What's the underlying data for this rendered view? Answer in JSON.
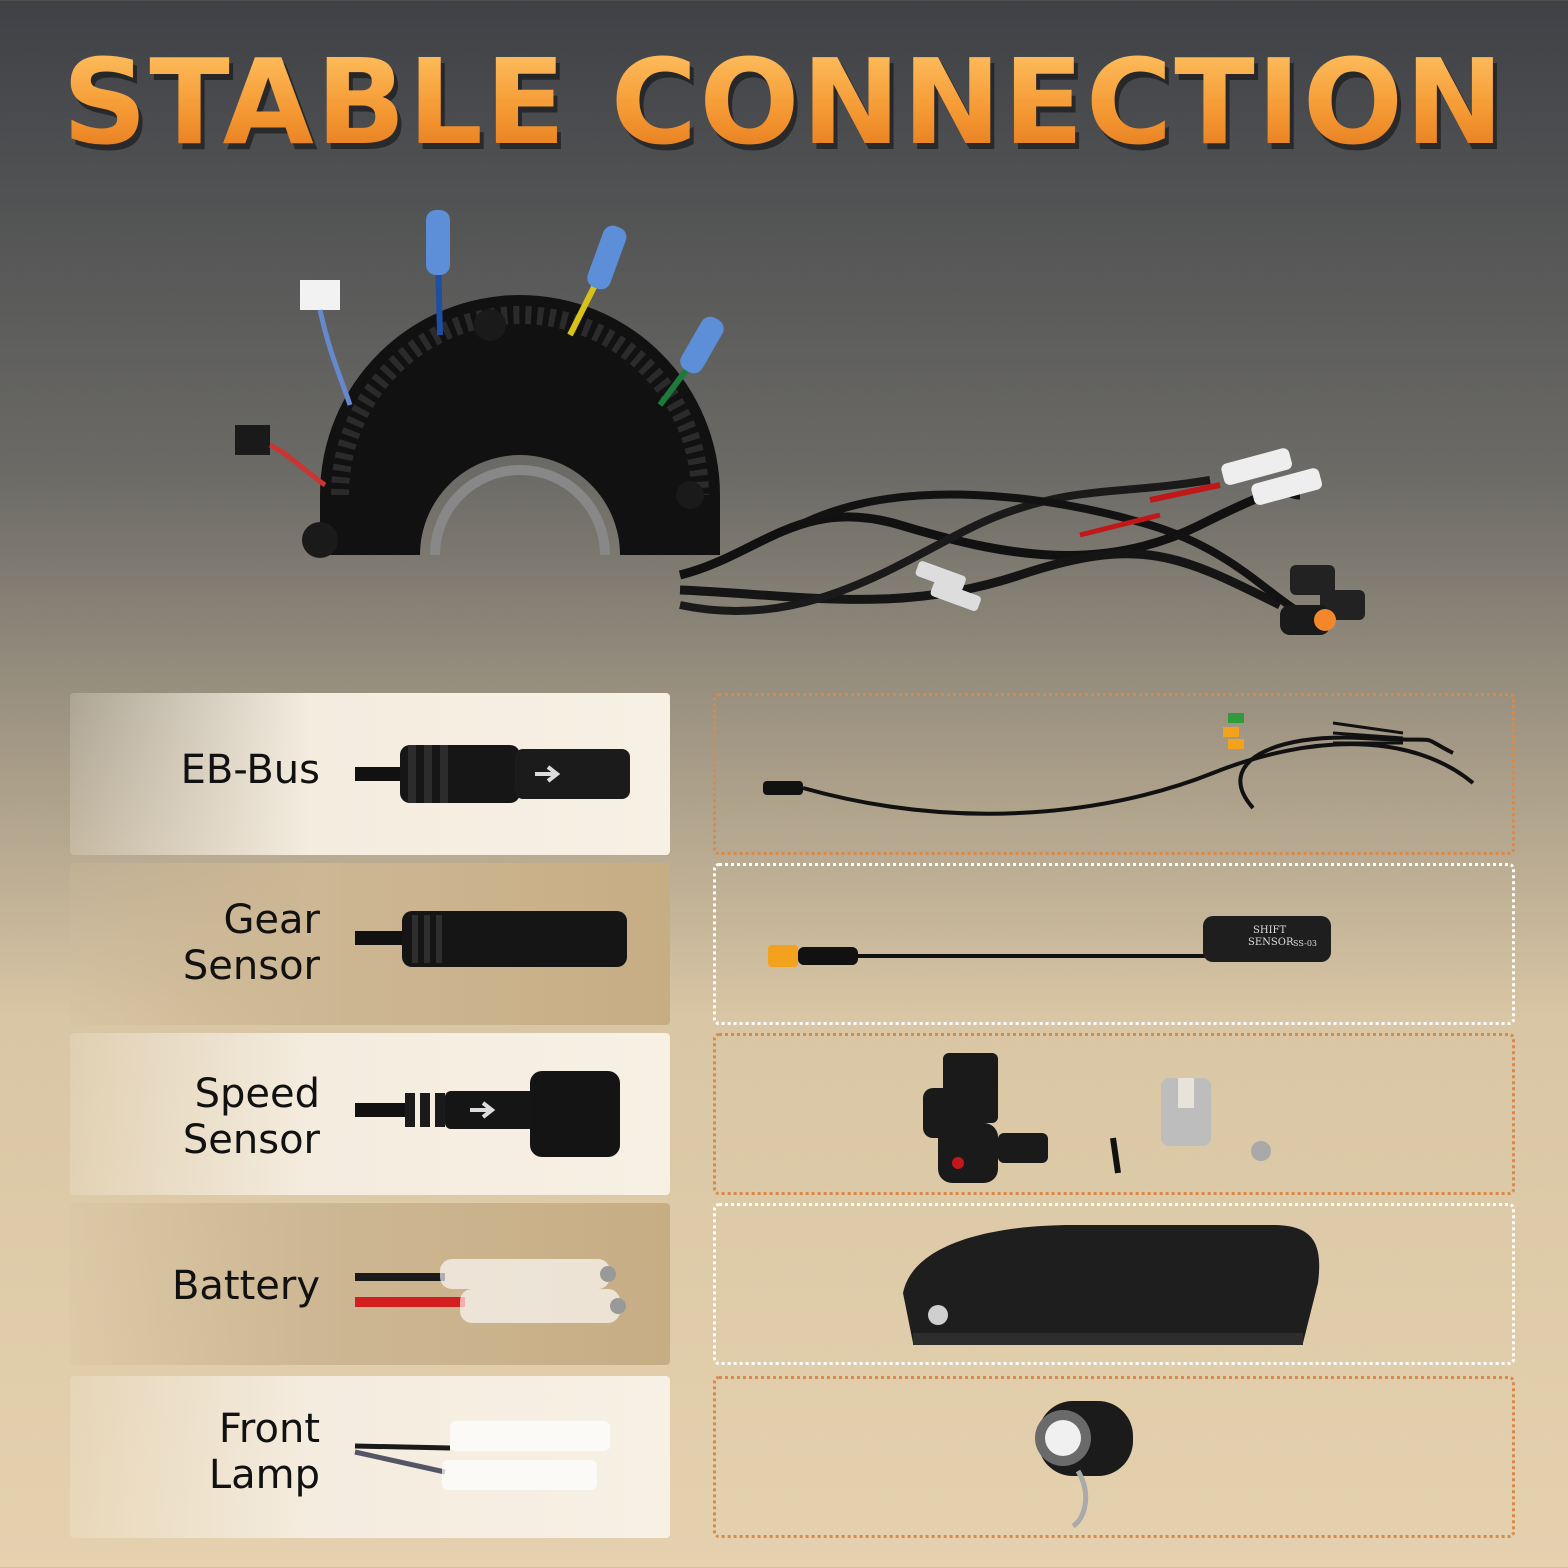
{
  "title": "STABLE CONNECTION",
  "rows": [
    {
      "label_lines": [
        "EB-Bus"
      ],
      "icon": "eb-bus-connector"
    },
    {
      "label_lines": [
        "Gear",
        "Sensor"
      ],
      "icon": "gear-sensor-connector"
    },
    {
      "label_lines": [
        "Speed",
        "Sensor"
      ],
      "icon": "speed-sensor-connector"
    },
    {
      "label_lines": [
        "Battery"
      ],
      "icon": "battery-connector"
    },
    {
      "label_lines": [
        "Front",
        "Lamp"
      ],
      "icon": "front-lamp-connector"
    }
  ],
  "shift_sensor": {
    "line1": "SHIFT",
    "line2": "SENSOR",
    "model": "SS-03"
  },
  "colors": {
    "title": "#f08a2a",
    "box_border": "#d98a4a"
  }
}
